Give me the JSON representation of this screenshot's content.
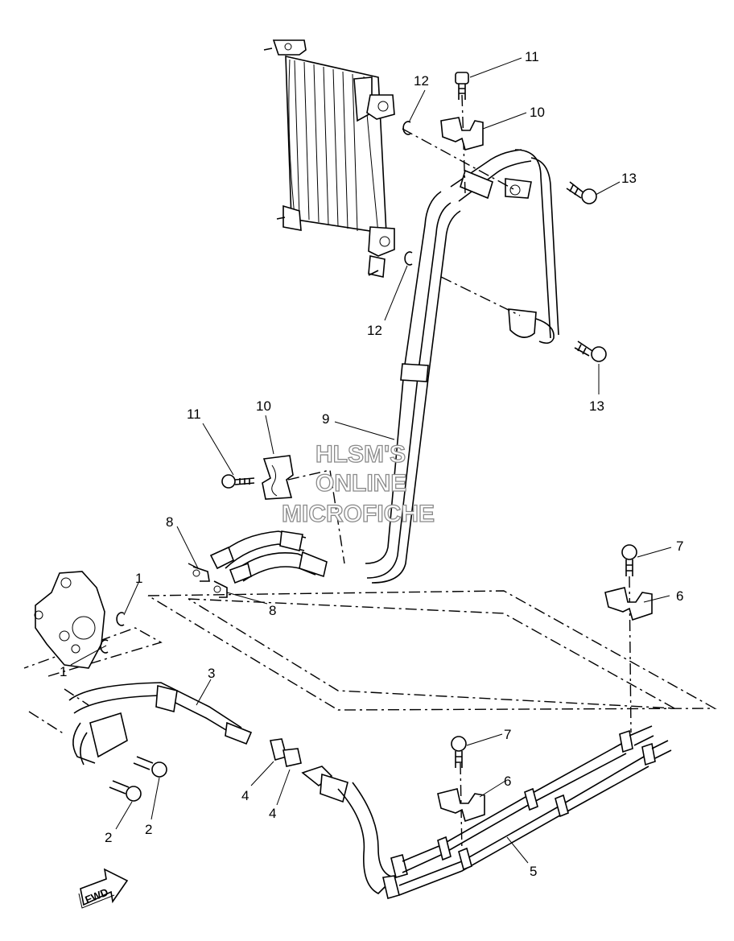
{
  "callouts": [
    {
      "id": "c1a",
      "label": "1"
    },
    {
      "id": "c1b",
      "label": "1"
    },
    {
      "id": "c2a",
      "label": "2"
    },
    {
      "id": "c2b",
      "label": "2"
    },
    {
      "id": "c3",
      "label": "3"
    },
    {
      "id": "c4a",
      "label": "4"
    },
    {
      "id": "c4b",
      "label": "4"
    },
    {
      "id": "c5",
      "label": "5"
    },
    {
      "id": "c6a",
      "label": "6"
    },
    {
      "id": "c6b",
      "label": "6"
    },
    {
      "id": "c7a",
      "label": "7"
    },
    {
      "id": "c7b",
      "label": "7"
    },
    {
      "id": "c8a",
      "label": "8"
    },
    {
      "id": "c8b",
      "label": "8"
    },
    {
      "id": "c9",
      "label": "9"
    },
    {
      "id": "c10a",
      "label": "10"
    },
    {
      "id": "c10b",
      "label": "10"
    },
    {
      "id": "c11a",
      "label": "11"
    },
    {
      "id": "c11b",
      "label": "11"
    },
    {
      "id": "c12a",
      "label": "12"
    },
    {
      "id": "c12b",
      "label": "12"
    },
    {
      "id": "c13a",
      "label": "13"
    },
    {
      "id": "c13b",
      "label": "13"
    }
  ],
  "watermark": {
    "line1": "HLSM'S",
    "line2": "ONLINE",
    "line3": "MICROFICHE"
  },
  "fwd_label": "FWD"
}
